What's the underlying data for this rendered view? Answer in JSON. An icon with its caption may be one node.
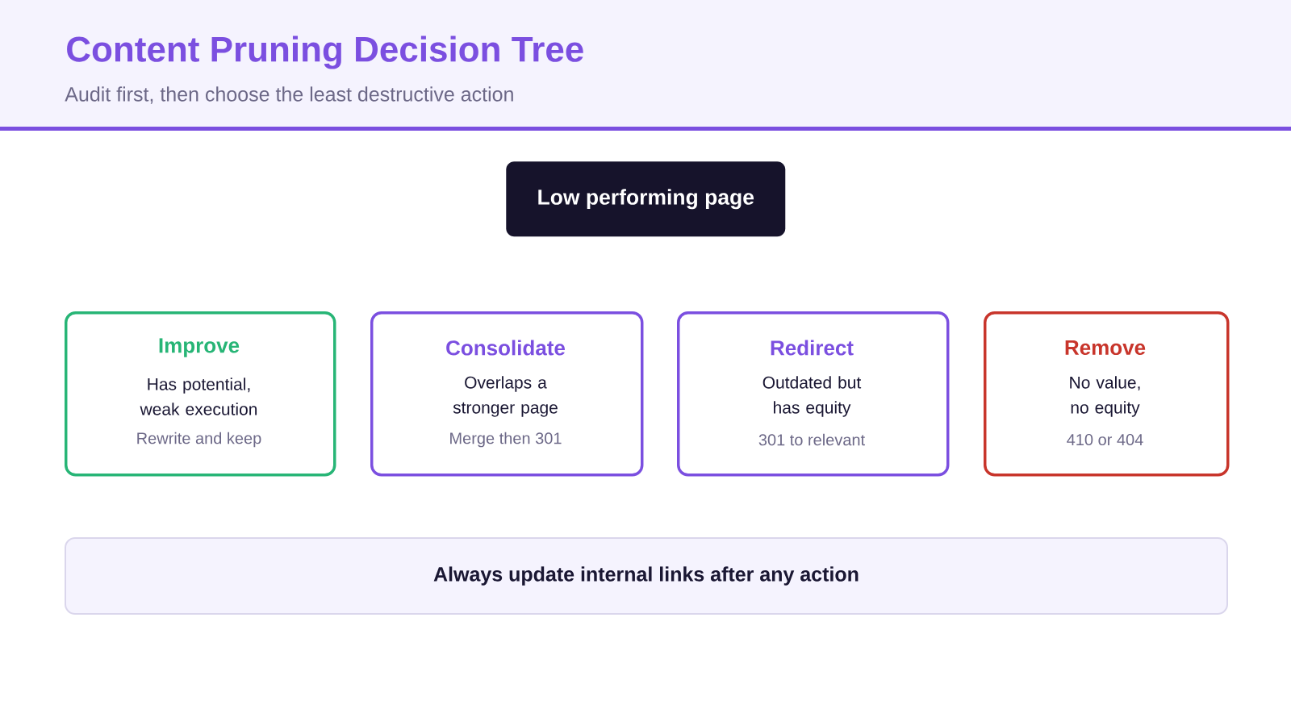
{
  "diagram": {
    "title": "Content Pruning Decision Tree",
    "nodes": [
      {
        "text": [
          "Low performing page"
        ]
      },
      {
        "text": [
          "Improve",
          "Has potential, weak execution",
          "Rewrite and keep"
        ]
      },
      {
        "text": [
          "Consolidate",
          "Overlaps a stronger page",
          "Merge then 301"
        ]
      },
      {
        "text": [
          "Redirect",
          "Outdated but has equity",
          "301 to relevant"
        ]
      },
      {
        "text": [
          "Remove",
          "No value, no equity",
          "410 or 404"
        ]
      },
      {
        "text": [
          "Always update internal links after any action"
        ]
      }
    ],
    "labels": [
      "Audit first, then choose the least destructive action"
    ]
  }
}
